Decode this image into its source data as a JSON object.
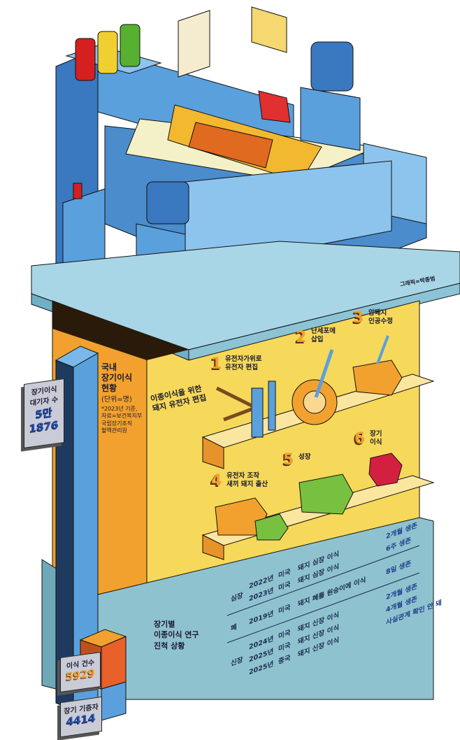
{
  "credit": "그래픽=박종범",
  "stats": {
    "title": [
      "국내",
      "장기이식",
      "현황"
    ],
    "unit": "(단위=명)",
    "note": [
      "*2023년 기준,",
      "자료=보건복지부",
      "국립장기조직",
      "혈액관리원"
    ],
    "waiting": {
      "label": [
        "장기이식",
        "대기자 수"
      ],
      "value_top": "5만",
      "value_bottom": "1876"
    },
    "transplants": {
      "label": "이식 건수",
      "value": "5929"
    },
    "donors": {
      "label": "장기 기증자",
      "value": "4414"
    }
  },
  "process": {
    "title": [
      "이종이식을 위한",
      "돼지 유전자 편집"
    ],
    "steps": [
      {
        "num": "1",
        "text": [
          "유전자가위로",
          "유전자 편집"
        ]
      },
      {
        "num": "2",
        "text": [
          "난세포에",
          "삽입"
        ]
      },
      {
        "num": "3",
        "text": [
          "암퇘지",
          "인공수정"
        ]
      },
      {
        "num": "4",
        "text": [
          "유전자 조작",
          "새끼 돼지 출산"
        ]
      },
      {
        "num": "5",
        "text": [
          "성장"
        ]
      },
      {
        "num": "6",
        "text": [
          "장기",
          "이식"
        ]
      }
    ]
  },
  "research": {
    "title": [
      "장기별",
      "이종이식 연구",
      "진척 상황"
    ],
    "groups": [
      {
        "organ": "심장",
        "rows": [
          {
            "year": "2022년",
            "country": "미국",
            "desc": "돼지 심장 이식",
            "result": "2개월 생존"
          },
          {
            "year": "2023년",
            "country": "미국",
            "desc": "돼지 심장 이식",
            "result": "6주 생존"
          }
        ]
      },
      {
        "organ": "폐",
        "rows": [
          {
            "year": "2019년",
            "country": "미국",
            "desc": "돼지 폐를 원숭이에 이식",
            "result": "8일 생존"
          }
        ]
      },
      {
        "organ": "신장",
        "rows": [
          {
            "year": "2024년",
            "country": "미국",
            "desc": "돼지 신장 이식",
            "result": "2개월 생존"
          },
          {
            "year": "2025년",
            "country": "미국",
            "desc": "돼지 신장 이식",
            "result": "4개월 생존"
          },
          {
            "year": "2025년",
            "country": "중국",
            "desc": "돼지 신장 이식",
            "result": "사실관계 확인 안 돼"
          }
        ]
      }
    ]
  },
  "colors": {
    "yellow": "#f6d85a",
    "orange": "#f2a12e",
    "blue": "#5aa0dc",
    "navy": "#1e3a5f",
    "teal": "#8fc2cf"
  }
}
